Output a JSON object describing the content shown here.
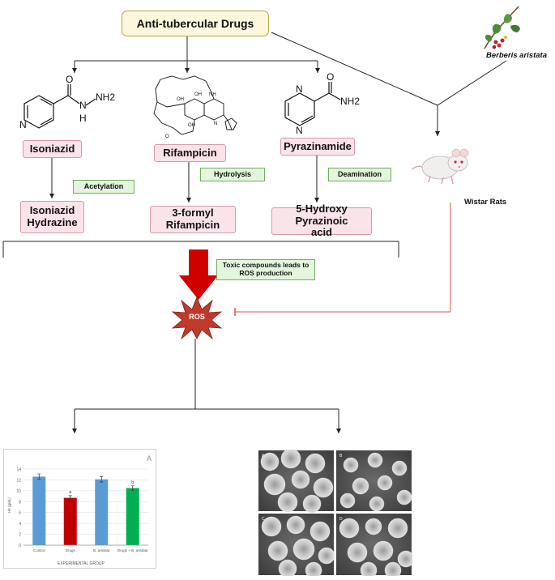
{
  "title": "Anti-tubercular Drugs",
  "plant": {
    "name": "Berberis aristata"
  },
  "animal": {
    "name": "Wistar Rats"
  },
  "drugs": [
    {
      "name": "Isoniazid",
      "process": "Acetylation",
      "metabolite": "Isoniazid Hydrazine",
      "formula_labels": [
        "O",
        "N",
        "H",
        "NH2"
      ]
    },
    {
      "name": "Rifampicin",
      "process": "Hydrolysis",
      "metabolite": "3-formyl Rifampicin"
    },
    {
      "name": "Pyrazinamide",
      "process": "Deamination",
      "metabolite": "5-Hydroxy Pyrazinoic acid",
      "formula_labels": [
        "O",
        "NH2",
        "N",
        "N"
      ]
    }
  ],
  "toxic_note": "Toxic compounds leads to ROS production",
  "ros_label": "ROS",
  "chart": {
    "panel_letter": "A",
    "ylabel": "Hb (g/dL)",
    "xlabel": "EXPERIMENTAL GROUP",
    "y_ticks": [
      "0",
      "2",
      "4",
      "6",
      "8",
      "10",
      "12",
      "14"
    ]
  },
  "chart_data": {
    "type": "bar",
    "categories": [
      "Control",
      "Drugs",
      "B. aristata",
      "Drugs + B. aristata"
    ],
    "values": [
      12.6,
      8.7,
      12.1,
      10.5
    ],
    "errors": [
      0.5,
      0.4,
      0.5,
      0.4
    ],
    "significance": [
      "",
      "a",
      "",
      "b"
    ],
    "colors": [
      "#5b9bd5",
      "#c00000",
      "#5b9bd5",
      "#00b050"
    ],
    "ylim": [
      0,
      14
    ],
    "xlabel": "EXPERIMENTAL GROUP",
    "ylabel": "Hb (g/dL)"
  },
  "micrograph": {
    "panels": [
      "A",
      "B",
      "C",
      "D"
    ]
  }
}
